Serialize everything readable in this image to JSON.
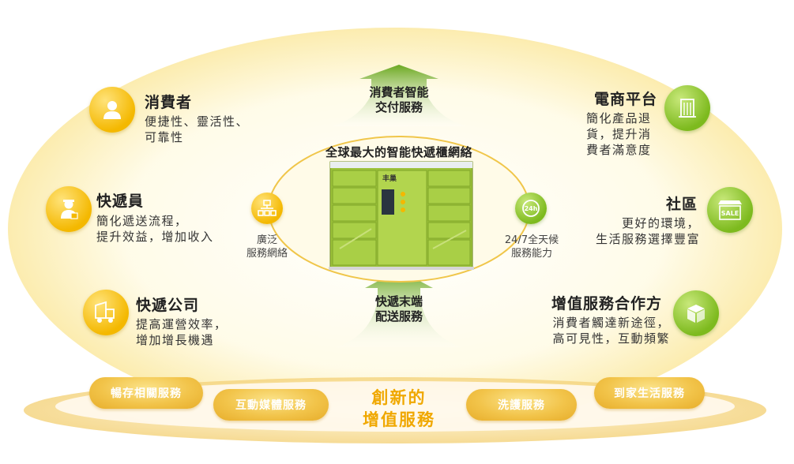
{
  "center": {
    "network_title": "全球最大的智能快遞櫃網絡",
    "top_arrow_label": [
      "消費者智能",
      "交付服務"
    ],
    "bottom_arrow_label": [
      "快遞末端",
      "配送服務"
    ],
    "left_feature": [
      "廣泛",
      "服務網絡"
    ],
    "right_feature": [
      "24/7全天候",
      "服務能力"
    ]
  },
  "left_items": [
    {
      "title": "消費者",
      "desc": [
        "便捷性、靈活性、",
        "可靠性"
      ],
      "icon": "consumer-icon"
    },
    {
      "title": "快遞員",
      "desc": [
        "簡化遞送流程，",
        "提升效益，增加收入"
      ],
      "icon": "courier-icon"
    },
    {
      "title": "快遞公司",
      "desc": [
        "提高運營效率，",
        "增加增長機遇"
      ],
      "icon": "delivery-truck-icon"
    }
  ],
  "right_items": [
    {
      "title": "電商平台",
      "desc": [
        "簡化產品退",
        "貨，提升消",
        "費者滿意度"
      ],
      "icon": "building-icon"
    },
    {
      "title": "社區",
      "desc": [
        "更好的環境，",
        "生活服務選擇豐富"
      ],
      "icon": "shop-sale-icon"
    },
    {
      "title": "增值服務合作方",
      "desc": [
        "消費者觸達新途徑，",
        "高可見性，互動頻繁"
      ],
      "icon": "package-box-icon"
    }
  ],
  "bottom": {
    "center_label": [
      "創新的",
      "增值服務"
    ],
    "pills": [
      "暢存相關服務",
      "互動媒體服務",
      "洗護服務",
      "到家生活服務"
    ]
  },
  "locker_screen_label": "丰巢",
  "sale_text": "SALE",
  "clock_text": "24h",
  "colors": {
    "yellow": "#f4b800",
    "green": "#7dba1e",
    "glow": "#fdf3c4"
  }
}
